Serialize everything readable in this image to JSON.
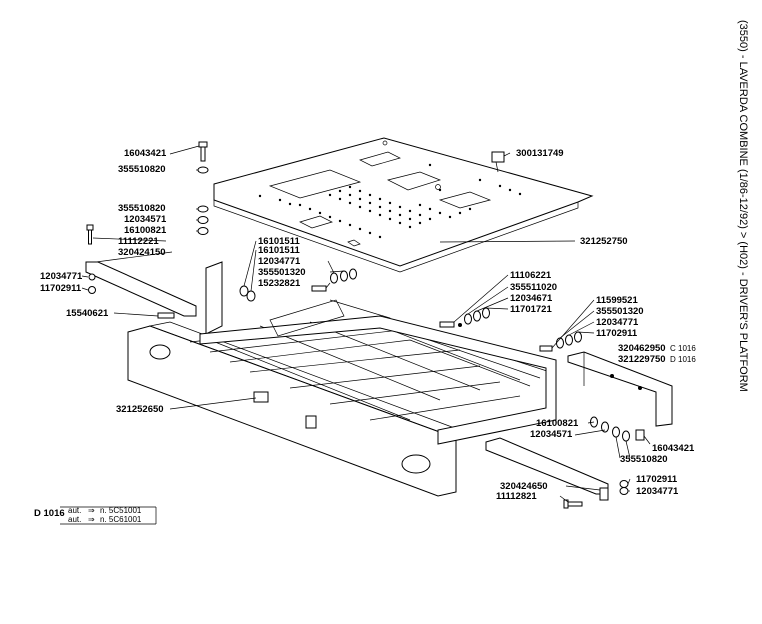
{
  "side_title": "(3550) - LAVERDA COMBINE (1/86-12/92) > (H02) - DRIVER'S PLATFORM",
  "parts": {
    "p16043421_top": "16043421",
    "p355510820_top": "355510820",
    "p300131749": "300131749",
    "p355510820_mid": "355510820",
    "p12034571_mid": "12034571",
    "p16100821_mid": "16100821",
    "p11112221": "11112221",
    "p320424150": "320424150",
    "p321252750": "321252750",
    "p16101511_a": "16101511",
    "p16101511_b": "16101511",
    "p12034771_a": "12034771",
    "p355501320_a": "355501320",
    "p15232821": "15232821",
    "p12034771_left": "12034771",
    "p11702911_left": "11702911",
    "p15540621": "15540621",
    "p11106221": "11106221",
    "p355511020": "355511020",
    "p12034671": "12034671",
    "p11701721": "11701721",
    "p11599521": "11599521",
    "p355501320_b": "355501320",
    "p12034771_b": "12034771",
    "p11702911_b": "11702911",
    "p320462950": "320462950",
    "p320462950_code": "C 1016",
    "p321229750": "321229750",
    "p321229750_code": "D 1016",
    "p321252650": "321252650",
    "p16100821_low": "16100821",
    "p12034571_low": "12034571",
    "p16043421_low": "16043421",
    "p355510820_low": "355510820",
    "p320424650": "320424650",
    "p11112821": "11112821",
    "p11702911_low": "11702911",
    "p12034771_low": "12034771"
  },
  "legend": {
    "code": "D 1016",
    "row1_prefix": "aut.",
    "row1_arrow": "⇒",
    "row1_text": "n. 5C51001",
    "row2_prefix": "aut.",
    "row2_arrow": "⇒",
    "row2_text": "n. 5C61001"
  }
}
